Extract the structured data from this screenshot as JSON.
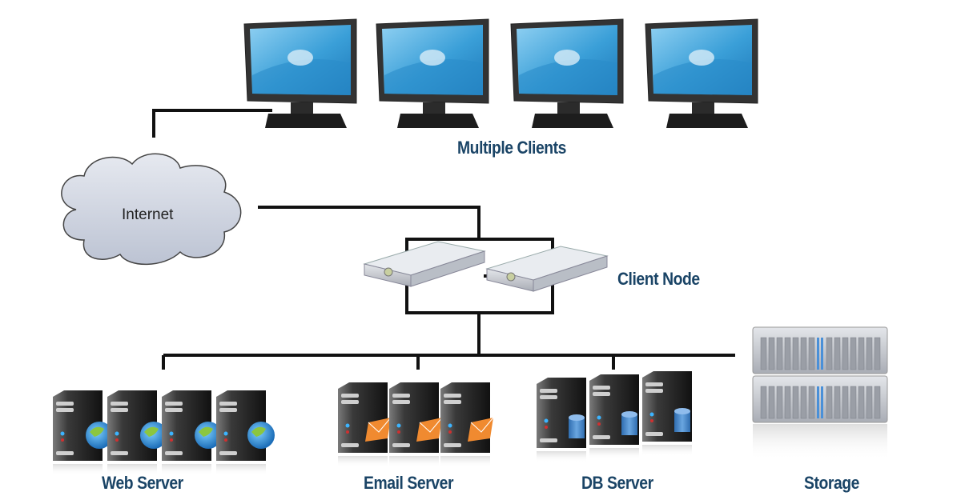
{
  "diagram": {
    "title": "Client-Server Network Architecture",
    "nodes": {
      "internet": {
        "label": "Internet"
      },
      "clients": {
        "label": "Multiple Clients",
        "count": 4
      },
      "client_node": {
        "label": "Client Node",
        "count": 2
      },
      "web_server": {
        "label": "Web Server",
        "count": 4,
        "badge": "globe-icon"
      },
      "email_server": {
        "label": "Email Server",
        "count": 3,
        "badge": "envelope-icon"
      },
      "db_server": {
        "label": "DB Server",
        "count": 3,
        "badge": "database-icon"
      },
      "storage": {
        "label": "Storage",
        "count": 2
      }
    },
    "edges": [
      {
        "from": "internet",
        "to": "clients"
      },
      {
        "from": "internet",
        "to": "client_node"
      },
      {
        "from": "client_node",
        "to": "web_server"
      },
      {
        "from": "client_node",
        "to": "email_server"
      },
      {
        "from": "client_node",
        "to": "db_server"
      },
      {
        "from": "client_node",
        "to": "storage"
      }
    ],
    "colors": {
      "label": "#1a4466",
      "line": "#111111",
      "screen": "#3a9fd8",
      "cloud": "#cdd3e0",
      "envelope": "#f08a30",
      "database": "#3f7fc4",
      "globe_land": "#8cc63f"
    }
  }
}
